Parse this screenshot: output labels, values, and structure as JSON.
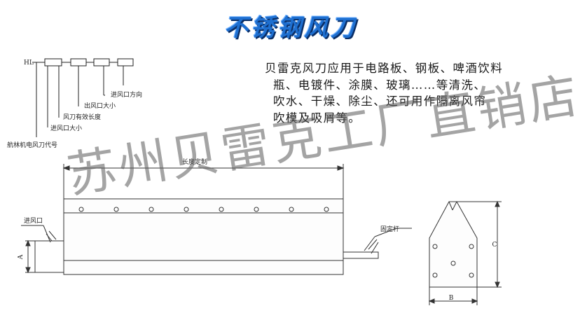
{
  "title": "不锈钢风刀",
  "description": {
    "lines": [
      "贝雷克风刀应用于电路板、钢板、啤酒饮料",
      "瓶、电镀件、涂膜、玻璃……等清洗、",
      "吹水、干燥、除尘、还可用作隔离风帘",
      "吹模及吸屑等。"
    ]
  },
  "model_code": {
    "prefix": "HL",
    "labels": [
      "进风口方向",
      "出风口大小",
      "风刀有效长度",
      "进风口大小",
      "航林机电风刀代号"
    ]
  },
  "front_view": {
    "length_label": "长度定制",
    "inlet_label": "进风口",
    "fixing_label": "固定杆",
    "dim_a": "A"
  },
  "side_view": {
    "dim_b": "B",
    "dim_c": "C"
  },
  "watermark": "苏州贝雷克工厂直销店"
}
